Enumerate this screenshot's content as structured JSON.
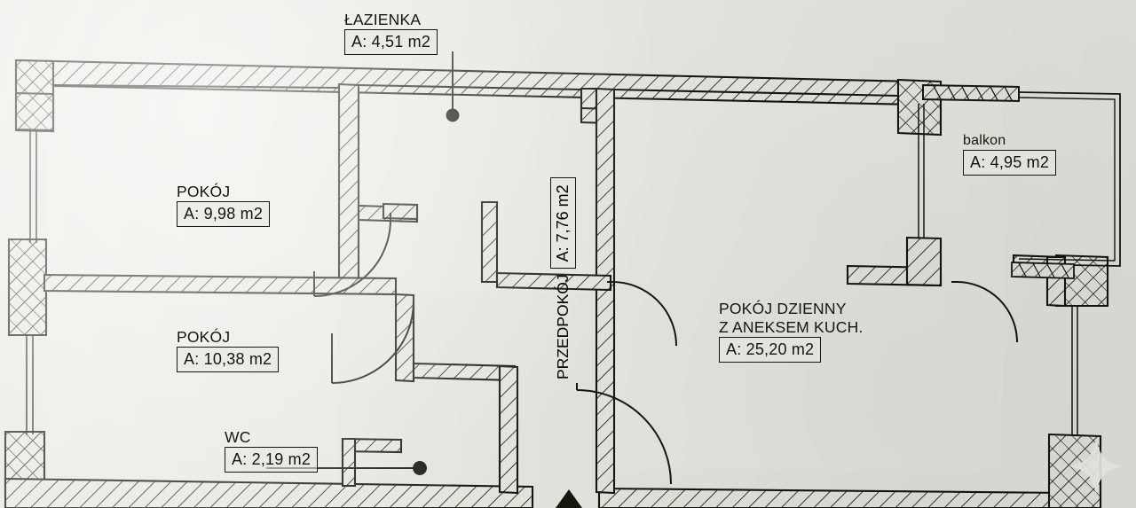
{
  "document": {
    "type": "apartment-floor-plan",
    "language": "pl",
    "background_color": "#e9e8e2",
    "ink_color": "#16160f"
  },
  "rooms": [
    {
      "id": "lazienka",
      "name": "ŁAZIENKA",
      "area_label": "A: 4,51 m2",
      "area_value": 4.51,
      "unit": "m2",
      "leader_line": true
    },
    {
      "id": "pokoj-1",
      "name": "POKÓJ",
      "area_label": "A: 9,98 m2",
      "area_value": 9.98,
      "unit": "m2",
      "leader_line": false
    },
    {
      "id": "pokoj-2",
      "name": "POKÓJ",
      "area_label": "A: 10,38 m2",
      "area_value": 10.38,
      "unit": "m2",
      "leader_line": false
    },
    {
      "id": "wc",
      "name": "WC",
      "area_label": "A: 2,19 m2",
      "area_value": 2.19,
      "unit": "m2",
      "leader_line": true
    },
    {
      "id": "przedpokoj",
      "name": "PRZEDPOKÓJ",
      "area_label": "A: 7,76 m2",
      "area_value": 7.76,
      "unit": "m2",
      "rotated": true
    },
    {
      "id": "pokoj-dzienny",
      "name_line_1": "POKÓJ DZIENNY",
      "name_line_2": "Z ANEKSEM KUCH.",
      "area_label": "A: 25,20 m2",
      "area_value": 25.2,
      "unit": "m2",
      "leader_line": false
    },
    {
      "id": "balkon",
      "name": "balkon",
      "area_label": "A: 4,95 m2",
      "area_value": 4.95,
      "unit": "m2",
      "leader_line": false
    }
  ],
  "markers": {
    "entrance_arrow": "filled-triangle",
    "leader_dots": 2,
    "watermark": "four-point-sparkle"
  },
  "totals": {
    "interior_sum_label": "",
    "rooms_count": 6
  }
}
